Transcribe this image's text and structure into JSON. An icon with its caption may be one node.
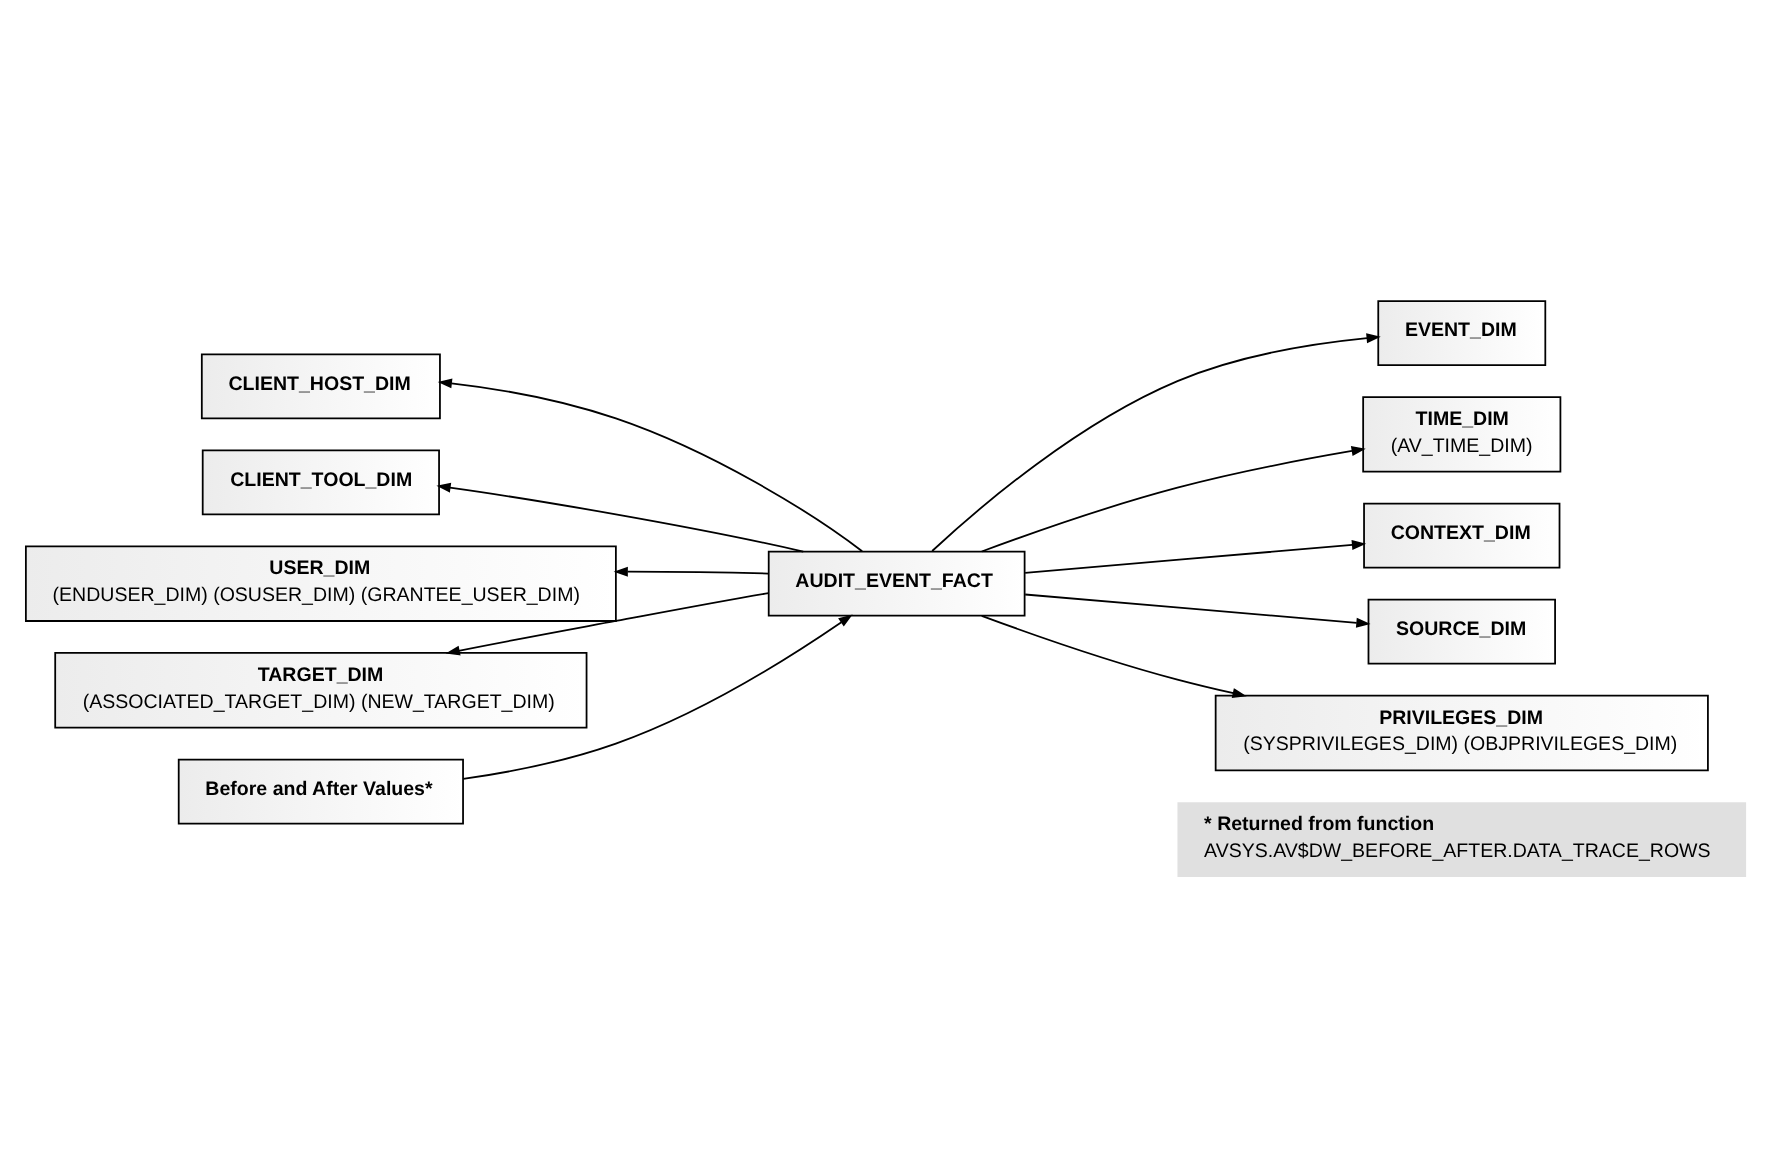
{
  "diagram": {
    "nodes": [
      {
        "text": [
          "CLIENT_HOST_DIM"
        ]
      },
      {
        "text": [
          "CLIENT_TOOL_DIM"
        ]
      },
      {
        "text": [
          "USER_DIM",
          "(ENDUSER_DIM) (OSUSER_DIM) (GRANTEE_USER_DIM)"
        ]
      },
      {
        "text": [
          "TARGET_DIM",
          "(ASSOCIATED_TARGET_DIM) (NEW_TARGET_DIM)"
        ]
      },
      {
        "text": [
          "AUDIT_EVENT_FACT"
        ]
      },
      {
        "text": [
          "Before and After Values*"
        ]
      },
      {
        "text": [
          "EVENT_DIM"
        ]
      },
      {
        "text": [
          "TIME_DIM",
          "(AV_TIME_DIM)"
        ]
      },
      {
        "text": [
          "CONTEXT_DIM"
        ]
      },
      {
        "text": [
          "SOURCE_DIM"
        ]
      },
      {
        "text": [
          "PRIVILEGES_DIM",
          "(SYSPRIVILEGES_DIM) (OBJPRIVILEGES_DIM)"
        ]
      },
      {
        "text": [
          "* Returned from function",
          "AVSYS.AV$DW_BEFORE_AFTER.DATA_TRACE_ROWS"
        ]
      }
    ],
    "edges": [
      {
        "from": 4,
        "to": 0,
        "arrow": "to"
      },
      {
        "from": 4,
        "to": 1,
        "arrow": "to"
      },
      {
        "from": 4,
        "to": 2,
        "arrow": "to"
      },
      {
        "from": 4,
        "to": 3,
        "arrow": "to"
      },
      {
        "from": 5,
        "to": 4,
        "arrow": "to"
      },
      {
        "from": 4,
        "to": 6,
        "arrow": "to"
      },
      {
        "from": 4,
        "to": 7,
        "arrow": "to"
      },
      {
        "from": 4,
        "to": 8,
        "arrow": "to"
      },
      {
        "from": 4,
        "to": 9,
        "arrow": "to"
      },
      {
        "from": 4,
        "to": 10,
        "arrow": "to"
      }
    ]
  }
}
